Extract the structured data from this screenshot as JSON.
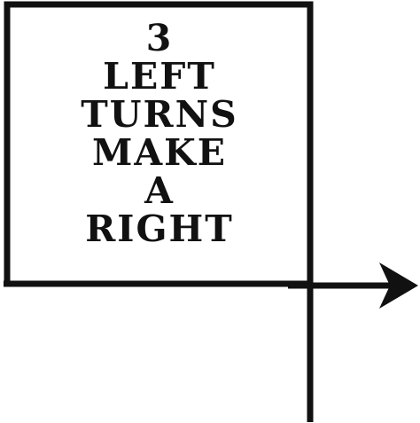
{
  "caption": {
    "lines": [
      "3",
      "LEFT",
      "TURNS",
      "MAKE",
      "A",
      "RIGHT"
    ]
  },
  "colors": {
    "stroke": "#111111",
    "background": "#ffffff"
  },
  "icons": {
    "arrowhead": "arrowhead-right-icon"
  }
}
